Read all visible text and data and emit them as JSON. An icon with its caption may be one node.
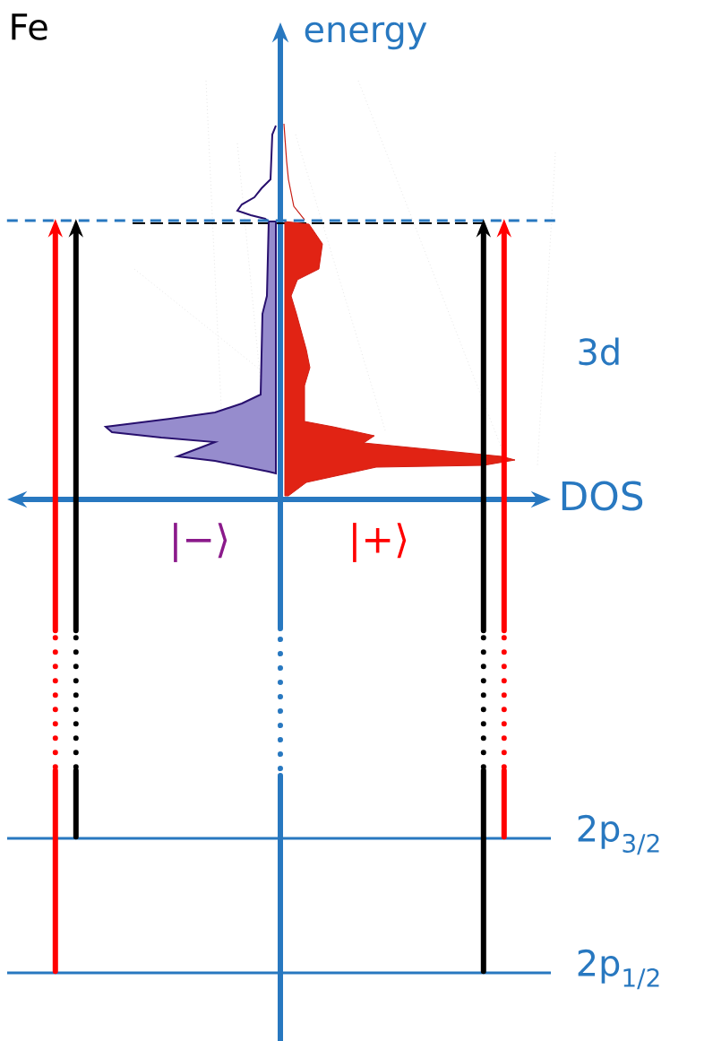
{
  "diagram": {
    "title": "Fe",
    "nodes": [
      {
        "text": [],
        "shape": "bar"
      },
      {
        "text": [
          "2p$_{3/2}$"
        ]
      },
      {
        "text": [
          "2p$_{1/2}$"
        ]
      }
    ],
    "edges": [
      {
        "from": 2,
        "to": 0,
        "arrow": "to",
        "color": "#ff0000"
      },
      {
        "from": 1,
        "to": 0,
        "arrow": "to",
        "color": "#000000"
      },
      {
        "from": 2,
        "to": 0,
        "arrow": "to",
        "color": "#000000"
      },
      {
        "from": 1,
        "to": 0,
        "arrow": "to",
        "color": "#ff0000"
      }
    ],
    "labels": [
      "energy",
      "3d",
      "DOS",
      "|−⟩",
      "|+⟩"
    ]
  }
}
